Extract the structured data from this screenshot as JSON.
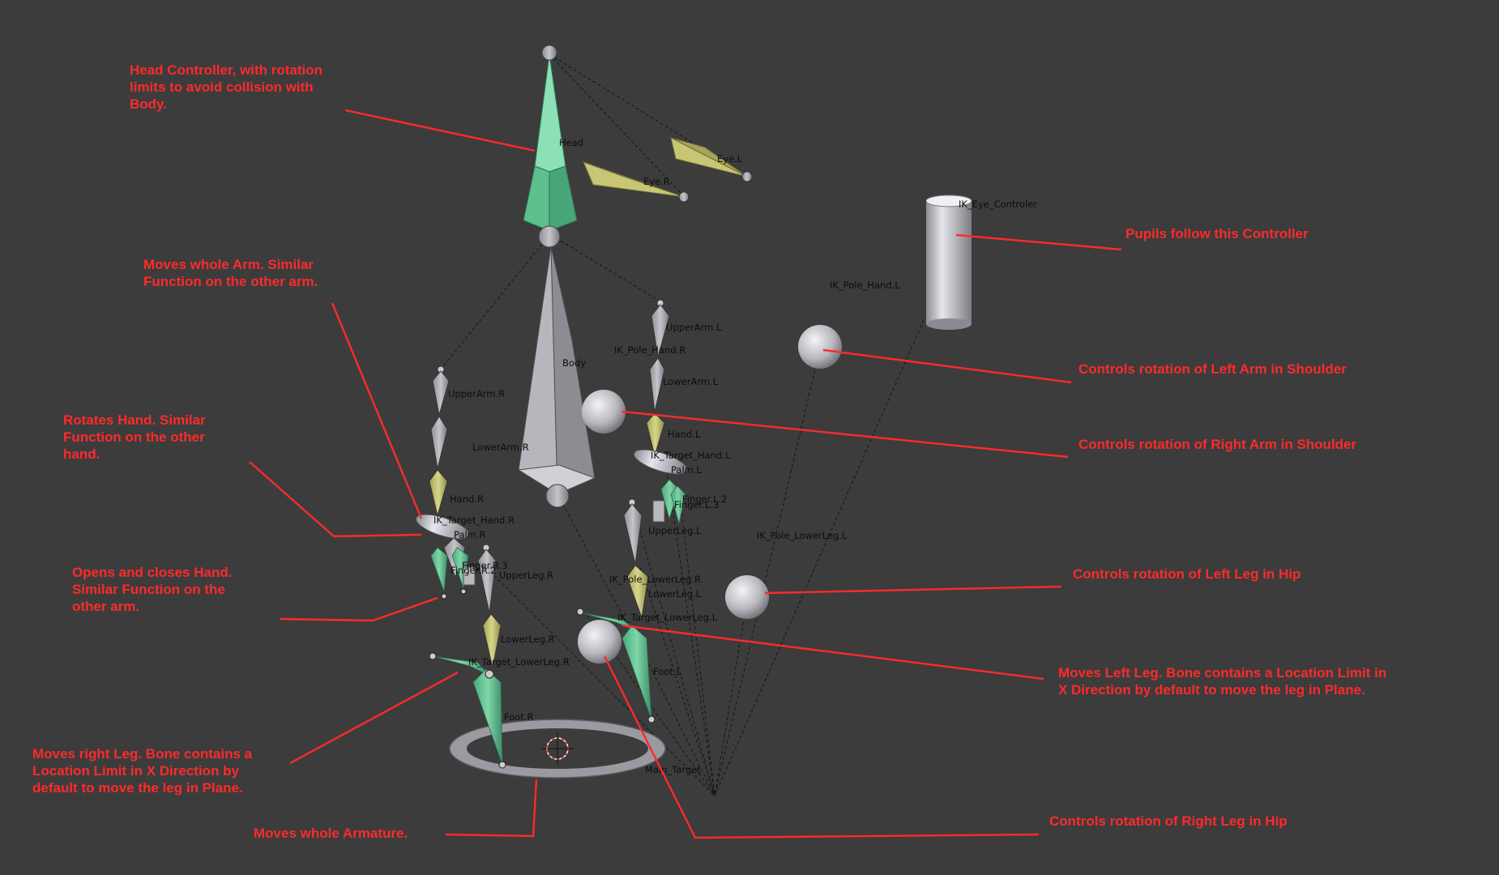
{
  "viewport": {
    "background_color": "#3c3c3c",
    "annotation_color": "#ff2a2a",
    "bone_colors": {
      "green": "#5fc08f",
      "yellow": "#bdbb68",
      "grey": "#a8a8ac",
      "controller": "#cfcfd4"
    }
  },
  "annotations": {
    "head": "Head Controller, with rotation\nlimits to avoid collision with\nBody.",
    "whole_arm": "Moves whole Arm. Similar\nFunction on the other arm.",
    "rotates_hand": "Rotates Hand. Similar\nFunction on the other\nhand.",
    "opens_hand": "Opens and closes Hand.\nSimilar Function on the\nother arm.",
    "right_leg": "Moves right Leg. Bone contains a\nLocation Limit in X Direction by\ndefault to move the leg in Plane.",
    "whole_armature": "Moves whole Armature.",
    "pupils": "Pupils follow this Controller",
    "left_arm_shoulder": "Controls rotation of Left Arm in Shoulder",
    "right_arm_shoulder": "Controls rotation of Right Arm in Shoulder",
    "left_leg_hip": "Controls rotation of Left Leg in Hip",
    "left_leg": "Moves Left Leg. Bone contains a Location Limit in\nX Direction by default to move the leg in Plane.",
    "right_leg_hip": "Controls rotation of Right Leg in Hip"
  },
  "bones": {
    "head": "Head",
    "eye_l": "Eye.L",
    "eye_r": "Eye.R",
    "ik_eye_controler": "IK_Eye_Controler",
    "ik_pole_hand_l": "IK_Pole_Hand.L",
    "upperarm_l": "UpperArm.L",
    "ik_pole_hand_r": "IK_Pole_Hand.R",
    "body": "Body",
    "lowerarm_l": "LowerArm.L",
    "upperarm_r": "UpperArm.R",
    "hand_l": "Hand.L",
    "ik_target_hand_l": "IK_Target_Hand.L",
    "palm_l": "Palm.L",
    "lowerarm_r": "LowerArm.R",
    "finger_l_2": "Finger.L.2",
    "finger_l_3": "Finger.L.3",
    "hand_r": "Hand.R",
    "ik_target_hand_r": "IK_Target_Hand.R",
    "upperleg_l": "UpperLeg.L",
    "palm_r": "Palm.R",
    "ik_pole_lowerleg_l": "IK_Pole_LowerLeg.L",
    "finger_r_3": "Finger.R.3",
    "finger_r_2": "Finger.R.2",
    "upperleg_r": "UpperLeg.R",
    "ik_pole_lowerleg_r": "IK_Pole_LowerLeg.R",
    "lowerleg_l": "LowerLeg.L",
    "ik_target_lowerleg_l": "IK_Target_LowerLeg.L",
    "lowerleg_r": "LowerLeg.R",
    "ik_target_lowerleg_r": "IK_Target_LowerLeg.R",
    "foot_l": "Foot.L",
    "foot_r": "Foot.R",
    "main_target": "Main_Target"
  }
}
